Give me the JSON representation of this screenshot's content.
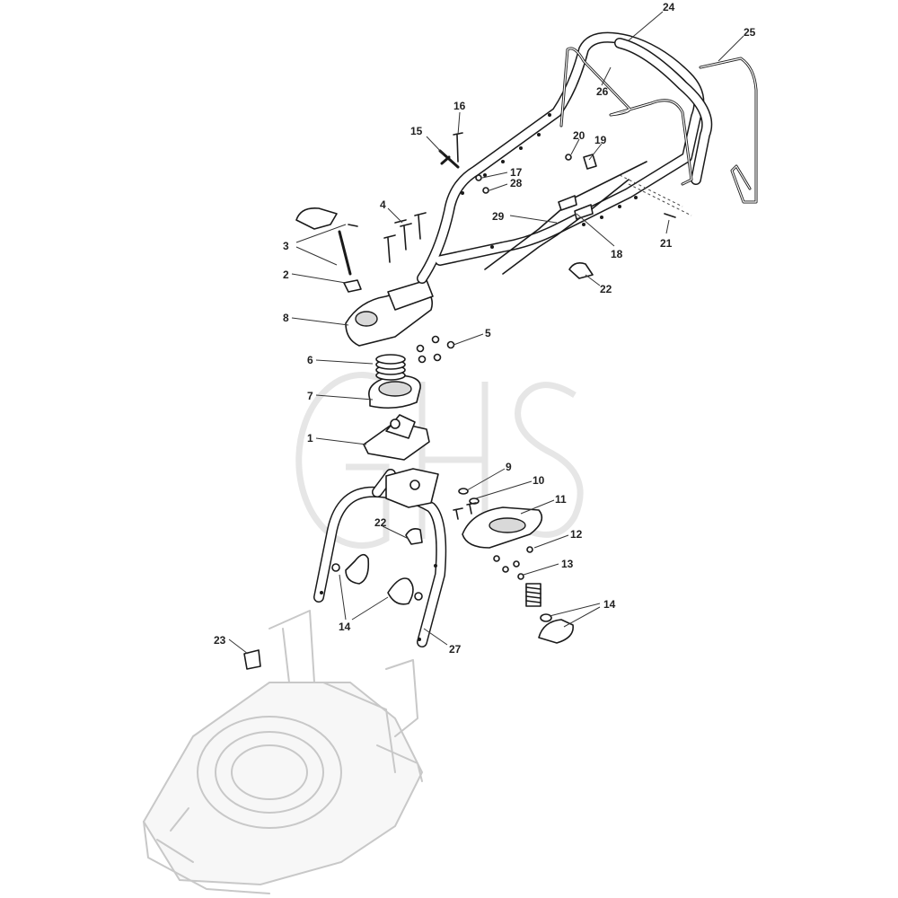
{
  "watermark": "GHS",
  "callouts": [
    {
      "id": "c1",
      "label": "1"
    },
    {
      "id": "c2",
      "label": "2"
    },
    {
      "id": "c3",
      "label": "3"
    },
    {
      "id": "c4",
      "label": "4"
    },
    {
      "id": "c5",
      "label": "5"
    },
    {
      "id": "c6",
      "label": "6"
    },
    {
      "id": "c7",
      "label": "7"
    },
    {
      "id": "c8",
      "label": "8"
    },
    {
      "id": "c9",
      "label": "9"
    },
    {
      "id": "c10",
      "label": "10"
    },
    {
      "id": "c11",
      "label": "11"
    },
    {
      "id": "c12",
      "label": "12"
    },
    {
      "id": "c13",
      "label": "13"
    },
    {
      "id": "c14a",
      "label": "14"
    },
    {
      "id": "c14b",
      "label": "14"
    },
    {
      "id": "c15",
      "label": "15"
    },
    {
      "id": "c16",
      "label": "16"
    },
    {
      "id": "c17",
      "label": "17"
    },
    {
      "id": "c18",
      "label": "18"
    },
    {
      "id": "c19",
      "label": "19"
    },
    {
      "id": "c20",
      "label": "20"
    },
    {
      "id": "c21",
      "label": "21"
    },
    {
      "id": "c22a",
      "label": "22"
    },
    {
      "id": "c22b",
      "label": "22"
    },
    {
      "id": "c23",
      "label": "23"
    },
    {
      "id": "c24",
      "label": "24"
    },
    {
      "id": "c25",
      "label": "25"
    },
    {
      "id": "c26",
      "label": "26"
    },
    {
      "id": "c27",
      "label": "27"
    },
    {
      "id": "c28",
      "label": "28"
    },
    {
      "id": "c29",
      "label": "29"
    }
  ]
}
